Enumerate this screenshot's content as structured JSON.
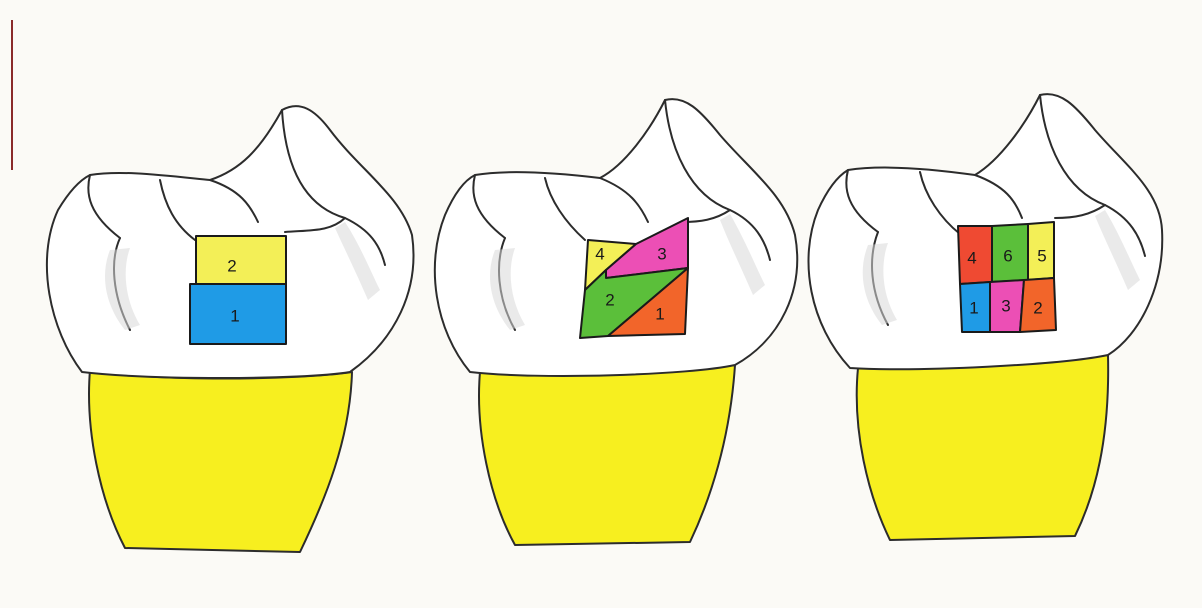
{
  "figures": [
    {
      "name": "two-segment",
      "segments": [
        {
          "label": "2",
          "color": "#f3ef57"
        },
        {
          "label": "1",
          "color": "#1f9be6"
        }
      ]
    },
    {
      "name": "four-segment",
      "segments": [
        {
          "label": "4",
          "color": "#f3ef57"
        },
        {
          "label": "3",
          "color": "#ec4fb5"
        },
        {
          "label": "2",
          "color": "#5bbf3a"
        },
        {
          "label": "1",
          "color": "#f2652a"
        }
      ]
    },
    {
      "name": "six-segment",
      "segments": [
        {
          "label": "4",
          "color": "#ef4a32"
        },
        {
          "label": "6",
          "color": "#5bbf3a"
        },
        {
          "label": "5",
          "color": "#f3ef57"
        },
        {
          "label": "1",
          "color": "#1f9be6"
        },
        {
          "label": "3",
          "color": "#ec4fb5"
        },
        {
          "label": "2",
          "color": "#f2652a"
        }
      ]
    }
  ],
  "colors": {
    "root": "#f7ef1f",
    "enamel": "#ffffff",
    "outline": "#2c2c2c"
  }
}
